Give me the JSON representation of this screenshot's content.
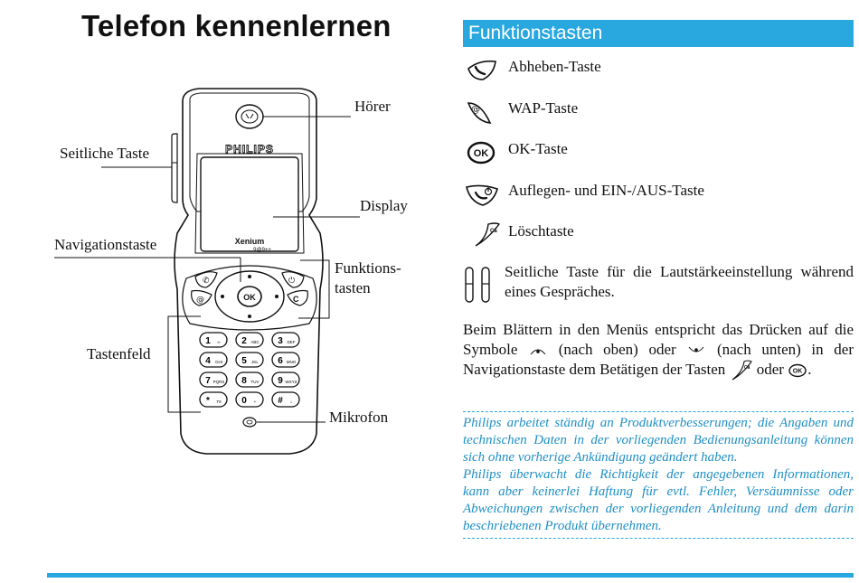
{
  "page": {
    "title": "Telefon kennenlernen",
    "section_title": "Funktionstasten"
  },
  "phone_diagram": {
    "brand": "PHILIPS",
    "model": "Xenium",
    "model_sub": "9@9++",
    "callouts": {
      "hoerer": "Hörer",
      "seitliche_taste": "Seitliche Taste",
      "display": "Display",
      "navigationstaste": "Navigationstaste",
      "funktionstasten_1": "Funktions-",
      "funktionstasten_2": "tasten",
      "tastenfeld": "Tastenfeld",
      "mikrofon": "Mikrofon"
    },
    "keys": [
      {
        "digit": "1",
        "sub": "∞"
      },
      {
        "digit": "2",
        "sub": "ABC"
      },
      {
        "digit": "3",
        "sub": "DEF"
      },
      {
        "digit": "4",
        "sub": "GHI"
      },
      {
        "digit": "5",
        "sub": "JKL"
      },
      {
        "digit": "6",
        "sub": "MNO"
      },
      {
        "digit": "7",
        "sub": "PQRS"
      },
      {
        "digit": "8",
        "sub": "TUV"
      },
      {
        "digit": "9",
        "sub": "WXYZ"
      },
      {
        "digit": "*",
        "sub": "T9"
      },
      {
        "digit": "0",
        "sub": "+"
      },
      {
        "digit": "#",
        "sub": "⌂"
      }
    ],
    "ok_label": "OK",
    "clear_label": "C"
  },
  "function_keys": [
    {
      "icon": "call-key-icon",
      "label": "Abheben-Taste"
    },
    {
      "icon": "wap-key-icon",
      "label": "WAP-Taste"
    },
    {
      "icon": "ok-key-icon",
      "label": "OK-Taste"
    },
    {
      "icon": "hangup-power-key-icon",
      "label": "Auflegen- und EIN-/AUS-Taste"
    },
    {
      "icon": "clear-key-icon",
      "label": "Löschtaste"
    }
  ],
  "side_key": {
    "icon": "side-volume-key-icon",
    "label": "Seitliche Taste für die Lautstärkeeinstellung während eines Gespräches."
  },
  "navigation_text": {
    "part1": "Beim Blättern in den Menüs entspricht das Drücken auf die Symbole",
    "part2": "(nach oben) oder",
    "part3": "(nach unten) in der Navigationstaste dem Betätigen der Tasten",
    "part4": "oder",
    "part5": "."
  },
  "note": {
    "p1": "Philips arbeitet ständig an Produktverbesserungen; die Angaben und technischen Daten in der vorliegenden Bedienungsanleitung können sich ohne vorherige Ankündigung geändert haben.",
    "p2": "Philips überwacht die Richtigkeit der angegebenen Informationen, kann aber keinerlei Haftung für evtl. Fehler, Versäumnisse oder Abweichungen zwischen der vorliegenden Anleitung und dem darin beschriebenen Produkt übernehmen."
  },
  "colors": {
    "accent": "#29a7df",
    "note_text": "#1e8fc6"
  }
}
